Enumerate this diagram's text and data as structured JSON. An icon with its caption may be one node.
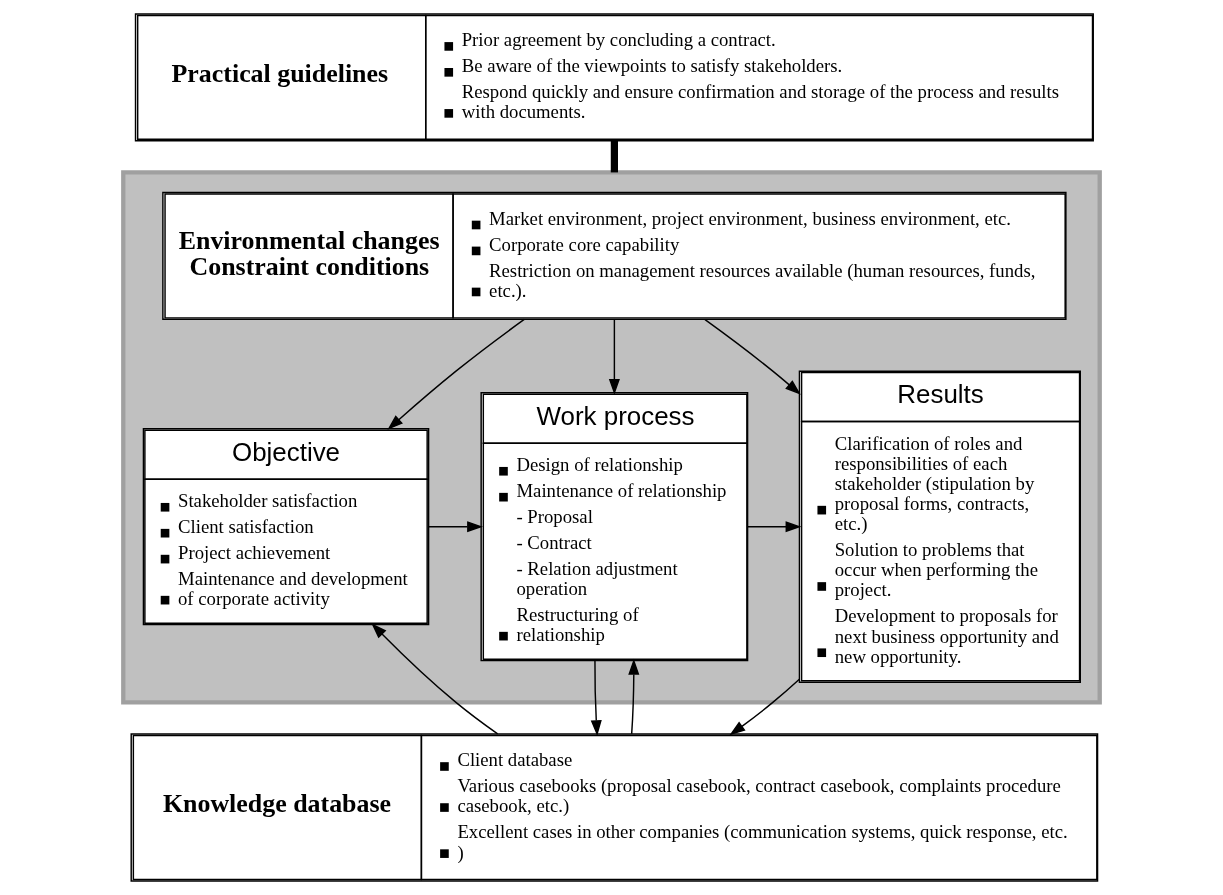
{
  "diagram": {
    "nodes": [
      {
        "text": [
          "Practical guidelines",
          "Prior agreement by concluding a contract.",
          "Be aware of the viewpoints to satisfy stakeholders.",
          "Respond quickly and ensure confirmation and storage of the process and results with documents."
        ]
      },
      {
        "text": [],
        "shape": "box"
      },
      {
        "text": [
          "Environmental changes",
          "Constraint conditions",
          "Market environment, project environment, business environment, etc.",
          "Corporate core capability",
          "Restriction on management resources available (human resources, funds, etc.)."
        ],
        "in": 1
      },
      {
        "text": [
          "Objective",
          "Stakeholder satisfaction",
          "Client satisfaction",
          "Project achievement",
          "Maintenance and development of corporate activity"
        ],
        "in": 1
      },
      {
        "text": [
          "Work process",
          "Design of relationship",
          "Maintenance of relationship",
          "- Proposal",
          "- Contract",
          "- Relation adjustment operation",
          "Restructuring of relationship"
        ],
        "in": 1
      },
      {
        "text": [
          "Results",
          "Clarification of roles and responsibilities of each stakeholder (stipulation by proposal forms, contracts, etc.)",
          "Solution to problems that occur when performing the project.",
          "Development to proposals for next business opportunity and new opportunity."
        ],
        "in": 1
      },
      {
        "text": [
          "Knowledge database",
          "Client database",
          "Various casebooks (proposal casebook, contract casebook, complaints procedure casebook, etc.)",
          "Excellent cases in other companies (communication systems, quick response, etc. )"
        ]
      }
    ],
    "edges": [
      {
        "from": 0,
        "to": 1,
        "arrow": "none",
        "style": "thick"
      },
      {
        "from": 2,
        "to": 3,
        "arrow": "to"
      },
      {
        "from": 2,
        "to": 4,
        "arrow": "to"
      },
      {
        "from": 2,
        "to": 5,
        "arrow": "to"
      },
      {
        "from": 3,
        "to": 4,
        "arrow": "to"
      },
      {
        "from": 4,
        "to": 5,
        "arrow": "to"
      },
      {
        "from": 6,
        "to": 3,
        "arrow": "to"
      },
      {
        "from": 4,
        "to": 6,
        "arrow": "to"
      },
      {
        "from": 6,
        "to": 4,
        "arrow": "to"
      },
      {
        "from": 5,
        "to": 6,
        "arrow": "to"
      }
    ]
  }
}
